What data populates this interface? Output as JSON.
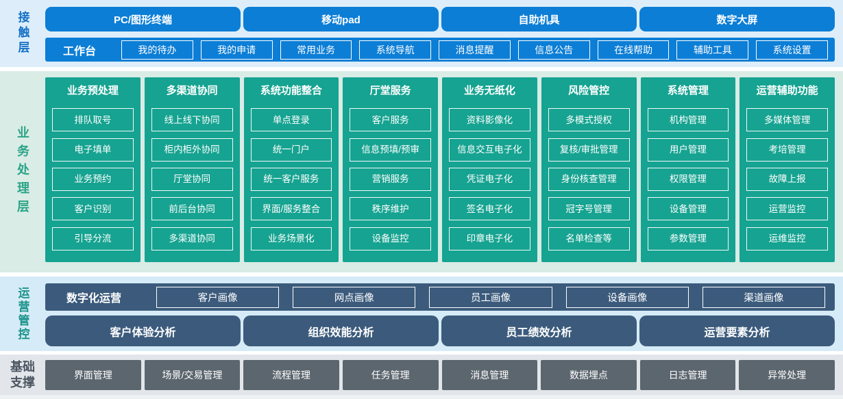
{
  "layers": {
    "contact": {
      "label": "接触层",
      "terminals": [
        "PC/图形终端",
        "移动pad",
        "自助机具",
        "数字大屏"
      ],
      "workbench": {
        "title": "工作台",
        "items": [
          "我的待办",
          "我的申请",
          "常用业务",
          "系统导航",
          "消息提醒",
          "信息公告",
          "在线帮助",
          "辅助工具",
          "系统设置"
        ]
      }
    },
    "processing": {
      "label": "业务处理层",
      "columns": [
        {
          "title": "业务预处理",
          "items": [
            "排队取号",
            "电子填单",
            "业务预约",
            "客户识别",
            "引导分流"
          ]
        },
        {
          "title": "多渠道协同",
          "items": [
            "线上线下协同",
            "柜内柜外协同",
            "厅堂协同",
            "前后台协同",
            "多渠道协同"
          ]
        },
        {
          "title": "系统功能整合",
          "items": [
            "单点登录",
            "统一门户",
            "统一客户服务",
            "界面/服务整合",
            "业务场景化"
          ]
        },
        {
          "title": "厅堂服务",
          "items": [
            "客户服务",
            "信息预填/预审",
            "营销服务",
            "秩序维护",
            "设备监控"
          ]
        },
        {
          "title": "业务无纸化",
          "items": [
            "资料影像化",
            "信息交互电子化",
            "凭证电子化",
            "签名电子化",
            "印章电子化"
          ]
        },
        {
          "title": "风险管控",
          "items": [
            "多模式授权",
            "复核/审批管理",
            "身份核查管理",
            "冠字号管理",
            "名单检查等"
          ]
        },
        {
          "title": "系统管理",
          "items": [
            "机构管理",
            "用户管理",
            "权限管理",
            "设备管理",
            "参数管理"
          ]
        },
        {
          "title": "运营辅助功能",
          "items": [
            "多媒体管理",
            "考培管理",
            "故障上报",
            "运营监控",
            "运维监控"
          ]
        }
      ]
    },
    "operations": {
      "label": "运营管控",
      "digital": {
        "title": "数字化运营",
        "items": [
          "客户画像",
          "网点画像",
          "员工画像",
          "设备画像",
          "渠道画像"
        ]
      },
      "analysis": [
        "客户体验分析",
        "组织效能分析",
        "员工绩效分析",
        "运营要素分析"
      ]
    },
    "foundation": {
      "label": "基础支撑",
      "items": [
        "界面管理",
        "场景/交易管理",
        "流程管理",
        "任务管理",
        "消息管理",
        "数据埋点",
        "日志管理",
        "异常处理"
      ]
    }
  },
  "colors": {
    "primary_blue": "#0c7ed6",
    "teal_green": "#16a391",
    "slate_blue": "#3c5b7c",
    "slate_gray": "#5c666f",
    "band_blue_bg": "#ddeefa",
    "band_green_bg": "#d9ece6",
    "band_lightblue_bg": "#d5ebf7",
    "band_gray_bg": "#e2e6ea"
  }
}
